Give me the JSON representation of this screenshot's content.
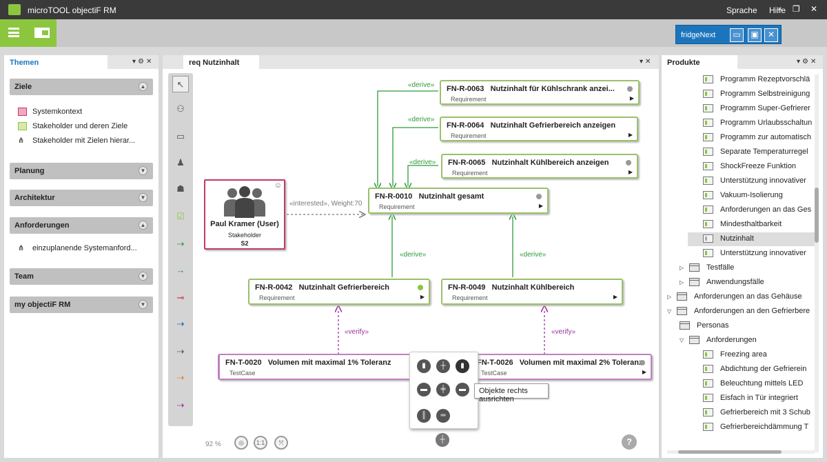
{
  "window": {
    "app_title": "microTOOL objectiF RM",
    "menu_language": "Sprache",
    "menu_help": "Hilfe",
    "window_controls": "‒ ❐ ✕"
  },
  "toolbar": {
    "project_name": "fridgeNext"
  },
  "left_panel": {
    "tab": "Themen",
    "groups": [
      {
        "label": "Ziele",
        "expanded": true,
        "items": [
          "Systemkontext",
          "Stakeholder und deren Ziele",
          "Stakeholder mit Zielen hierar..."
        ]
      },
      {
        "label": "Planung",
        "expanded": false,
        "items": []
      },
      {
        "label": "Architektur",
        "expanded": false,
        "items": []
      },
      {
        "label": "Anforderungen",
        "expanded": true,
        "items": [
          "einzuplanende Systemanford..."
        ]
      },
      {
        "label": "Team",
        "expanded": false,
        "items": []
      },
      {
        "label": "my objectiF RM",
        "expanded": false,
        "items": []
      }
    ]
  },
  "center_panel": {
    "tab": "req Nutzinhalt",
    "zoom_value": "92",
    "zoom_unit": "%",
    "zoom_reset": "1:1",
    "help": "?",
    "stakeholder": {
      "name": "Paul Kramer (User)",
      "type": "Stakeholder",
      "number": "S2"
    },
    "nodes": [
      {
        "id": "FN-R-0063",
        "title": "Nutzinhalt für Kühlschrank anzei...",
        "type": "Requirement"
      },
      {
        "id": "FN-R-0064",
        "title": "Nutzinhalt Gefrierbereich anzeigen",
        "type": "Requirement"
      },
      {
        "id": "FN-R-0065",
        "title": "Nutzinhalt Kühlbereich anzeigen",
        "type": "Requirement"
      },
      {
        "id": "FN-R-0010",
        "title": "Nutzinhalt gesamt",
        "type": "Requirement"
      },
      {
        "id": "FN-R-0042",
        "title": "Nutzinhalt Gefrierbereich",
        "type": "Requirement"
      },
      {
        "id": "FN-R-0049",
        "title": "Nutzinhalt Kühlbereich",
        "type": "Requirement"
      },
      {
        "id": "FN-T-0020",
        "title": "Volumen mit maximal 1% Toleranz",
        "type": "TestCase"
      },
      {
        "id": "FN-T-0026",
        "title": "Volumen mit maximal 2% Toleranz",
        "type": "TestCase"
      }
    ],
    "edge_labels": {
      "derive": "«derive»",
      "verify": "«verify»",
      "interested": "«interested», Weight:70"
    },
    "tooltip": "Objekte rechts ausrichten"
  },
  "right_panel": {
    "tab": "Produkte",
    "items": [
      {
        "label": "Programm Rezeptvorschlä",
        "indent": 3
      },
      {
        "label": "Programm Selbstreinigung",
        "indent": 3
      },
      {
        "label": "Programm Super-Gefrierer",
        "indent": 3
      },
      {
        "label": "Programm Urlaubsschaltun",
        "indent": 3
      },
      {
        "label": "Programm zur automatisch",
        "indent": 3
      },
      {
        "label": "Separate Temperaturregel",
        "indent": 3
      },
      {
        "label": "ShockFreeze Funktion",
        "indent": 3
      },
      {
        "label": "Unterstützung innovativer",
        "indent": 3
      },
      {
        "label": "Vakuum-Isolierung",
        "indent": 3
      },
      {
        "label": "Anforderungen an das Ges",
        "indent": 3
      },
      {
        "label": "Mindesthaltbarkeit",
        "indent": 3
      },
      {
        "label": "Nutzinhalt",
        "indent": 3,
        "selected": true
      },
      {
        "label": "Unterstützung innovativer",
        "indent": 3
      },
      {
        "label": "Testfälle",
        "indent": 1,
        "folder": true,
        "toggle": "▷"
      },
      {
        "label": "Anwendungsfälle",
        "indent": 1,
        "folder": true,
        "toggle": "▷"
      },
      {
        "label": "Anforderungen an das Gehäuse",
        "indent": 0,
        "folder": true,
        "toggle": "▷"
      },
      {
        "label": "Anforderungen an den Gefrierbere",
        "indent": 0,
        "folder": true,
        "toggle": "▽"
      },
      {
        "label": "Personas",
        "indent": 1,
        "folder": true
      },
      {
        "label": "Anforderungen",
        "indent": 1,
        "folder": true,
        "toggle": "▽"
      },
      {
        "label": "Freezing area",
        "indent": 3
      },
      {
        "label": "Abdichtung der Gefrierein",
        "indent": 3
      },
      {
        "label": "Beleuchtung mittels LED",
        "indent": 3
      },
      {
        "label": "Eisfach in Tür integriert",
        "indent": 3
      },
      {
        "label": "Gefrierbereich mit 3 Schub",
        "indent": 3
      },
      {
        "label": "Gefrierbereichdämmung T",
        "indent": 3
      }
    ]
  },
  "colors": {
    "accent_green": "#8cc63f",
    "requirement_border": "#9ac06a",
    "testcase_border": "#c07fc0",
    "stakeholder_border": "#c0396a",
    "project_blue": "#1c75bc"
  }
}
